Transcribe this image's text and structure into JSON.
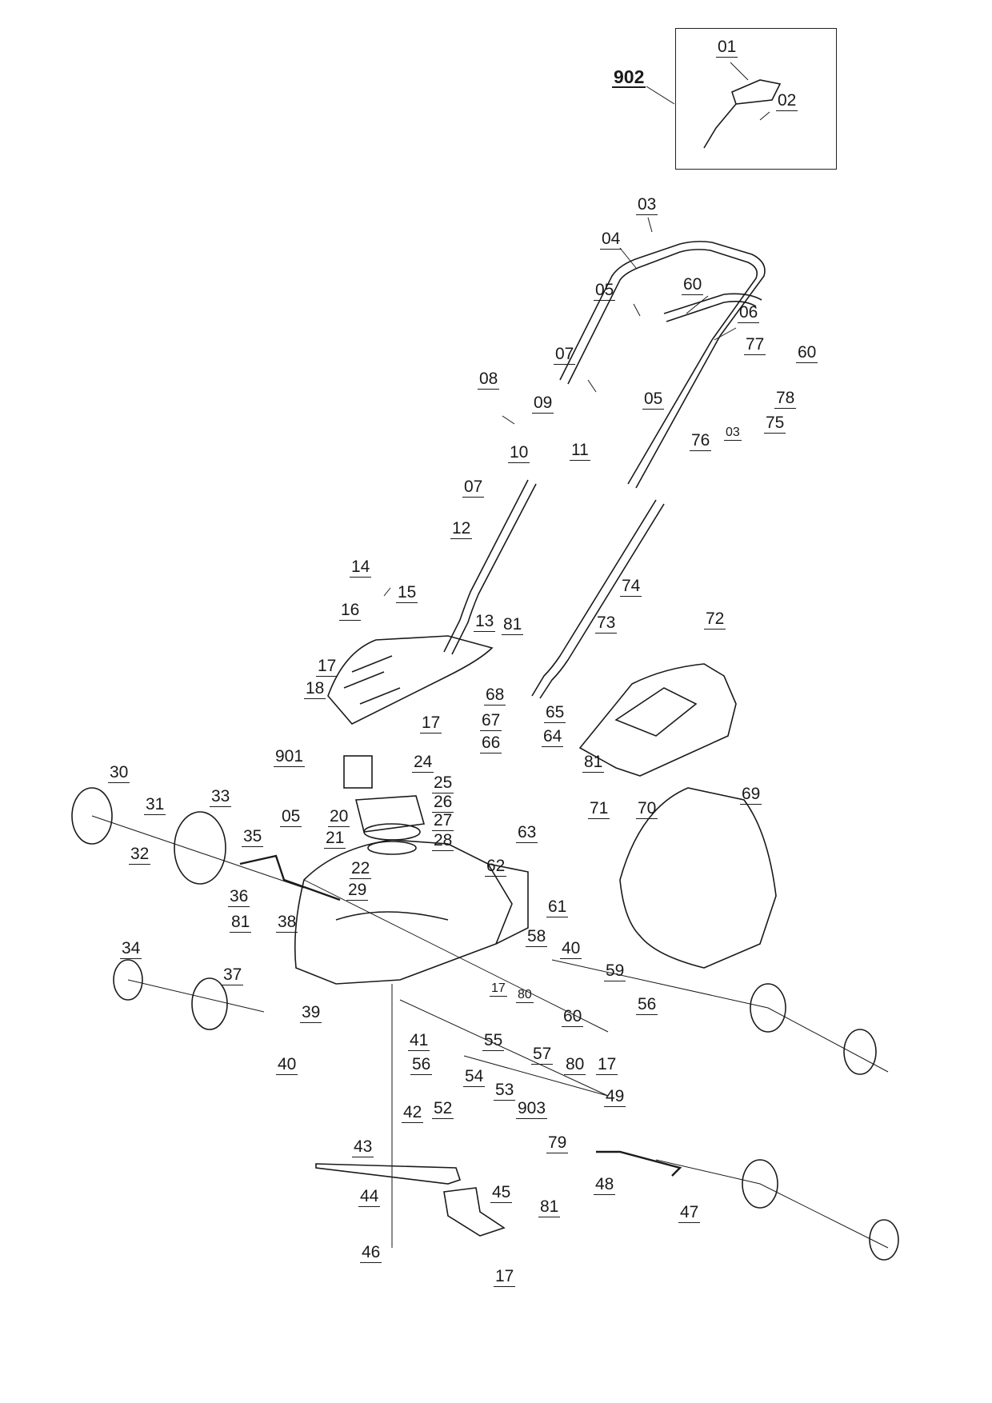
{
  "diagram": {
    "title": "Lawn mower exploded parts diagram",
    "line_color": "#1a1a1a",
    "inset": {
      "assembly_label": "902",
      "parts": [
        "01",
        "02"
      ]
    },
    "labels": {
      "l902": "902",
      "l01": "01",
      "l02": "02",
      "l03a": "03",
      "l04": "04",
      "l05a": "05",
      "l60a": "60",
      "l06": "06",
      "l07a": "07",
      "l77": "77",
      "l60b": "60",
      "l08": "08",
      "l09": "09",
      "l05b": "05",
      "l78": "78",
      "l75": "75",
      "l76": "76",
      "l03b": "03",
      "l10": "10",
      "l11": "11",
      "l07b": "07",
      "l12": "12",
      "l74": "74",
      "l14": "14",
      "l15": "15",
      "l16": "16",
      "l13": "13",
      "l81a": "81",
      "l73": "73",
      "l72": "72",
      "l17a": "17",
      "l18": "18",
      "l68": "68",
      "l67": "67",
      "l65": "65",
      "l66": "66",
      "l17b": "17",
      "l64": "64",
      "l901": "901",
      "l24": "24",
      "l81b": "81",
      "l25": "25",
      "l26": "26",
      "l05c": "05",
      "l20": "20",
      "l27": "27",
      "l71": "71",
      "l70": "70",
      "l69": "69",
      "l21": "21",
      "l28": "28",
      "l30": "30",
      "l31": "31",
      "l33": "33",
      "l32": "32",
      "l35": "35",
      "l63": "63",
      "l22": "22",
      "l62": "62",
      "l29": "29",
      "l36": "36",
      "l61": "61",
      "l81c": "81",
      "l38": "38",
      "l58": "58",
      "l40a": "40",
      "l34": "34",
      "l37": "37",
      "l59": "59",
      "l17c": "17",
      "l80a": "80",
      "l39": "39",
      "l60c": "60",
      "l56a": "56",
      "l41": "41",
      "l55": "55",
      "l57": "57",
      "l80b": "80",
      "l17d": "17",
      "l40b": "40",
      "l56b": "56",
      "l54": "54",
      "l53": "53",
      "l49": "49",
      "l52": "52",
      "l903": "903",
      "l42": "42",
      "l43": "43",
      "l79": "79",
      "l44": "44",
      "l45": "45",
      "l48": "48",
      "l81d": "81",
      "l47": "47",
      "l46": "46",
      "l17e": "17"
    }
  }
}
